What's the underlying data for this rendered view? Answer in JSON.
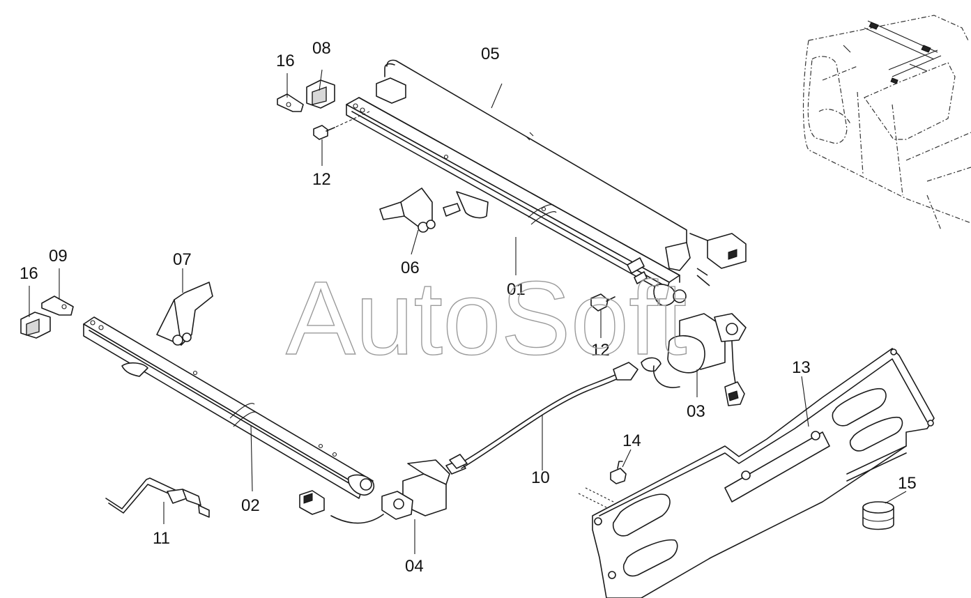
{
  "labels": {
    "p01": "01",
    "p02": "02",
    "p03": "03",
    "p04": "04",
    "p05": "05",
    "p06": "06",
    "p07": "07",
    "p08": "08",
    "p09": "09",
    "p10": "10",
    "p11": "11",
    "p12a": "12",
    "p12b": "12",
    "p13": "13",
    "p14": "14",
    "p15": "15",
    "p16a": "16",
    "p16b": "16"
  },
  "watermark": "AutoSoft"
}
